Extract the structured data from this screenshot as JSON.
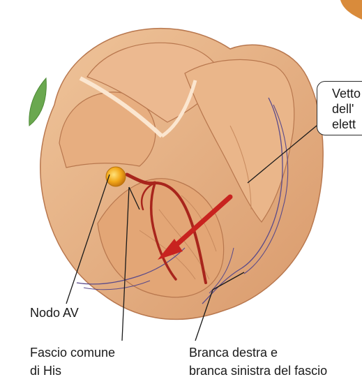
{
  "labels": {
    "av_node": "Nodo AV",
    "his_bundle_line1": "Fascio comune",
    "his_bundle_line2": "di His",
    "branches_line1": "Branca destra e",
    "branches_line2": "branca sinistra del fascio",
    "vector_line1": "Vetto",
    "vector_line2": "dell'",
    "vector_line3": "elett"
  },
  "colors": {
    "myocardium": "#e9b489",
    "myocardium_shadow": "#c9855a",
    "myocardium_light": "#f6d8b8",
    "av_node": "#f2a81a",
    "his_bundle": "#a8251c",
    "vector_arrow": "#c8231f",
    "purkinje_fibers": "#5a4a8a",
    "leaf": "#6aa84f",
    "leader_lines": "#1a1a1a"
  }
}
